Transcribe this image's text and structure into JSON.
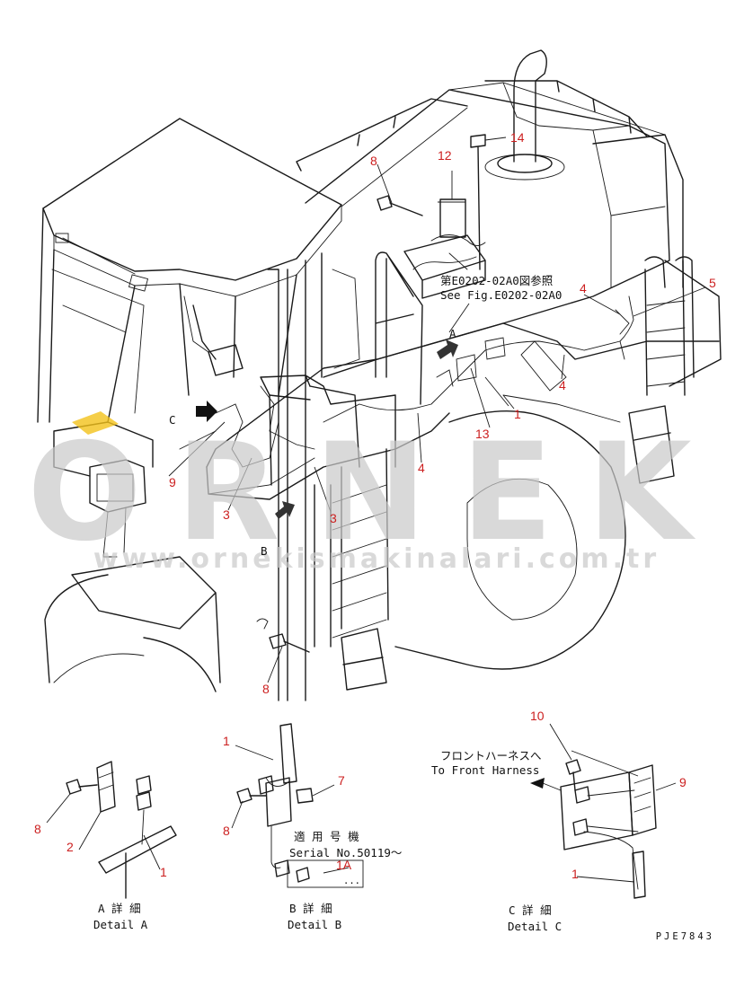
{
  "figure": {
    "code": "PJE7843",
    "reference_ja": "第E0202-02A0図参照",
    "reference_en": "See Fig.E0202-02A0"
  },
  "watermark": {
    "brand": "ORNEK",
    "url": "www.ornekismakinalari.com.tr",
    "accent_color": "#f3c21a"
  },
  "callouts": [
    {
      "id": "c14",
      "label": "14"
    },
    {
      "id": "c12",
      "label": "12"
    },
    {
      "id": "c8a",
      "label": "8"
    },
    {
      "id": "c4a",
      "label": "4"
    },
    {
      "id": "c5",
      "label": "5"
    },
    {
      "id": "cA",
      "label": "A"
    },
    {
      "id": "cC",
      "label": "C"
    },
    {
      "id": "c4b",
      "label": "4"
    },
    {
      "id": "c1a",
      "label": "1"
    },
    {
      "id": "c13",
      "label": "13"
    },
    {
      "id": "c4c",
      "label": "4"
    },
    {
      "id": "c9a",
      "label": "9"
    },
    {
      "id": "c3a",
      "label": "3"
    },
    {
      "id": "c3b",
      "label": "3"
    },
    {
      "id": "cB",
      "label": "B"
    },
    {
      "id": "c8b",
      "label": "8"
    }
  ],
  "details": {
    "a": {
      "title_ja": "A 詳 細",
      "title_en": "Detail A",
      "callouts": {
        "bolt": "8",
        "clip": "2",
        "harness": "1"
      }
    },
    "b": {
      "title_ja": "B 詳 細",
      "title_en": "Detail B",
      "serial_ja": "適 用 号 機",
      "serial_en": "Serial No.50119～",
      "callouts": {
        "harness": "1",
        "clamp": "7",
        "bolt": "8",
        "variant": "1A"
      }
    },
    "c": {
      "title_ja": "C 詳 細",
      "title_en": "Detail C",
      "to_front_ja": "フロントハーネスへ",
      "to_front_en": "To Front Harness",
      "callouts": {
        "bolt": "10",
        "bracket": "9",
        "harness": "1"
      }
    }
  },
  "colors": {
    "callout": "#cc1f1f",
    "line": "#1a1a1a",
    "background": "#ffffff"
  }
}
